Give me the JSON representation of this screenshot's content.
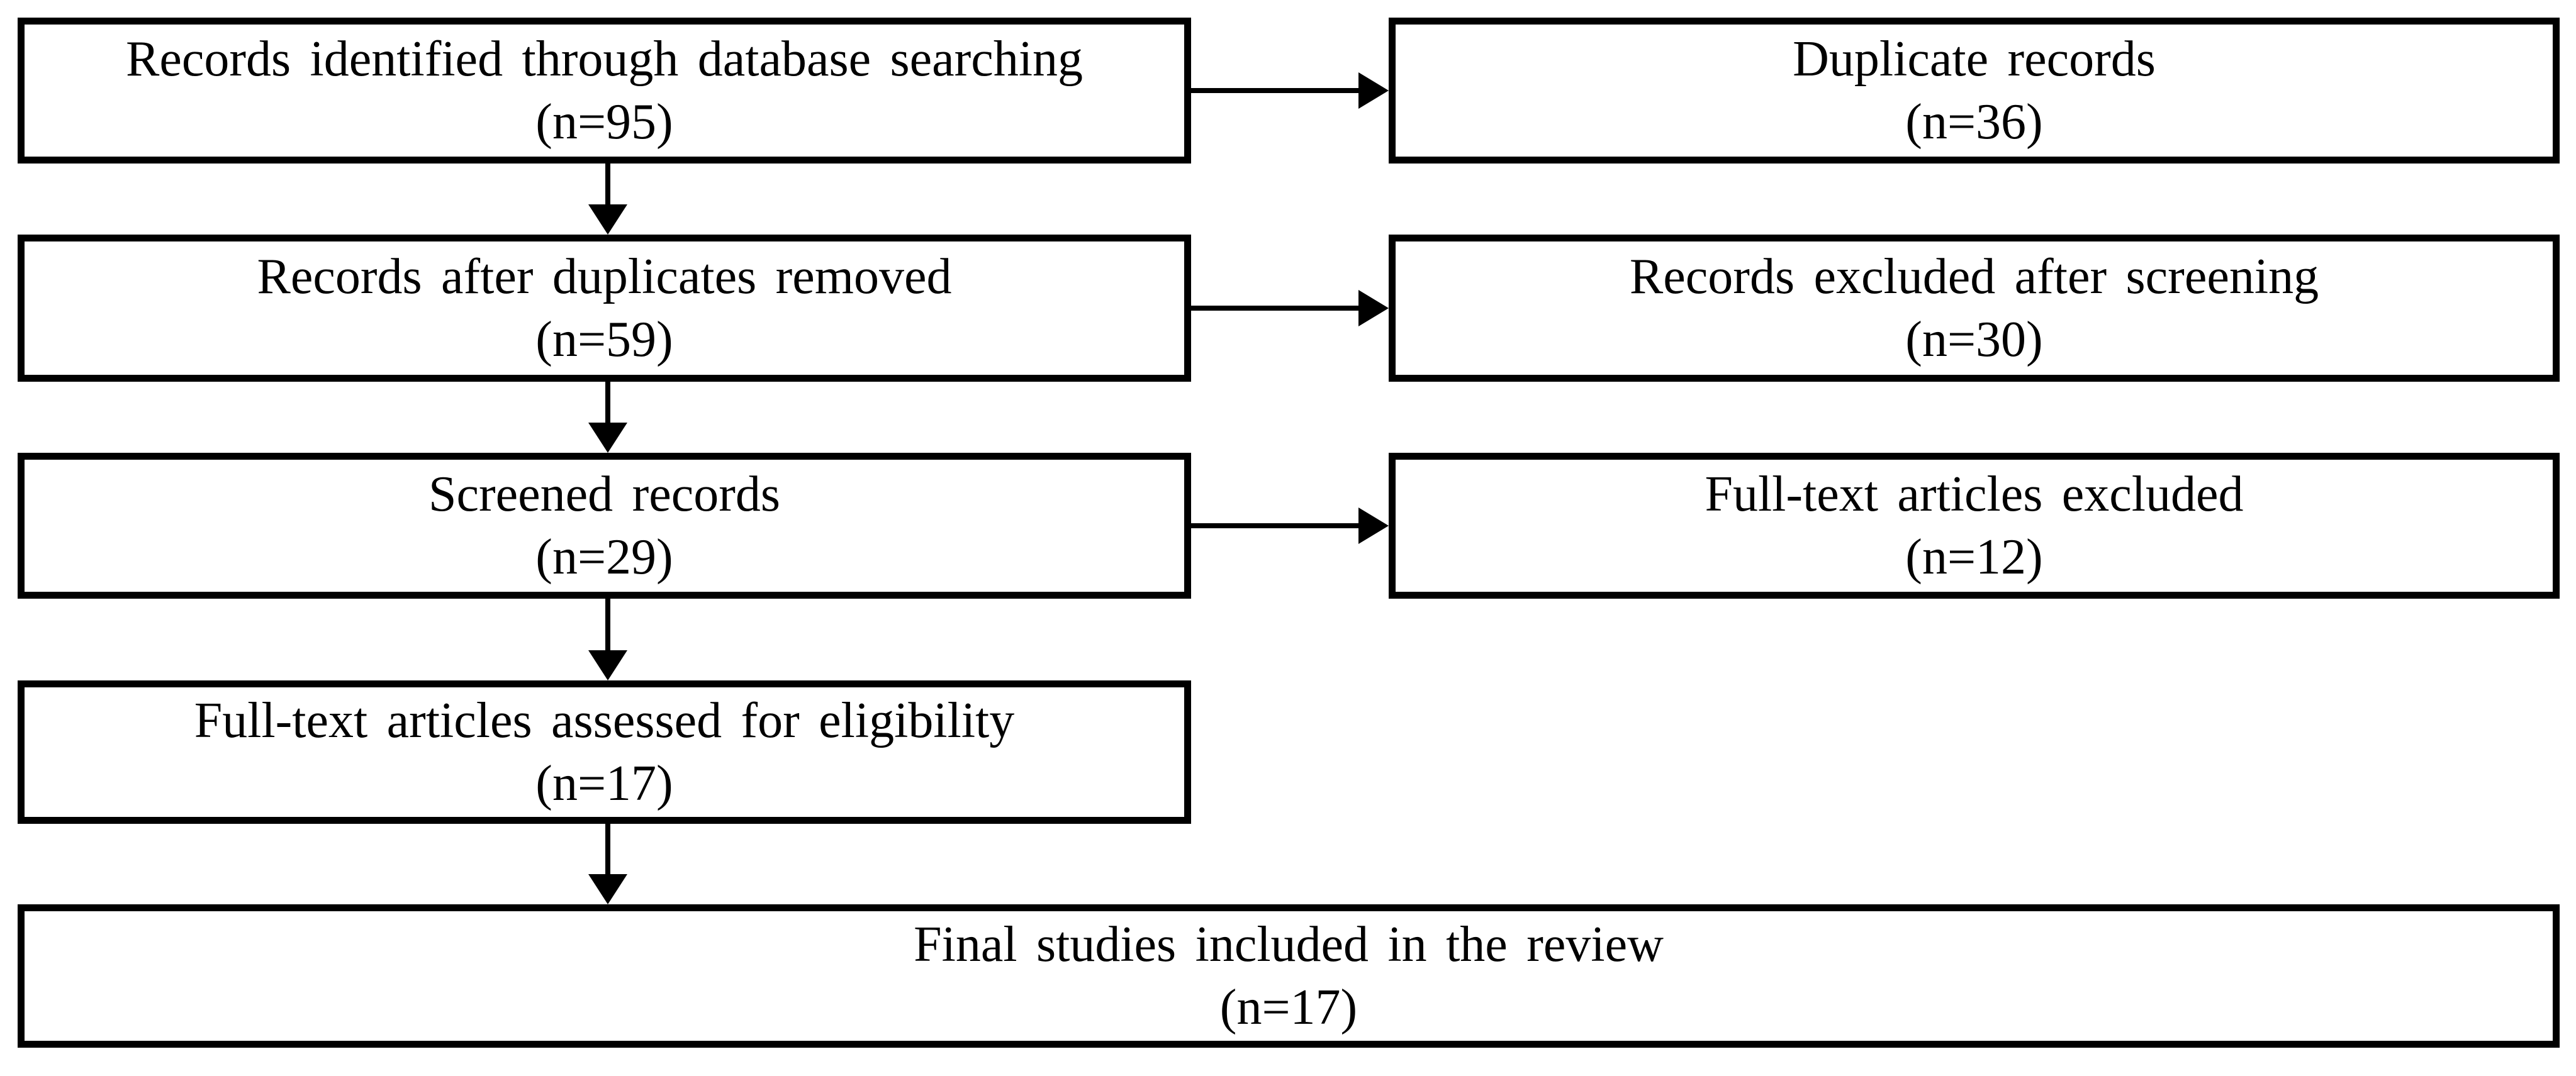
{
  "colors": {
    "background": "#ffffff",
    "box_border": "#000000",
    "text": "#000000",
    "arrow": "#000000"
  },
  "boxes": {
    "identified": {
      "label": "Records identified through database searching",
      "count": "(n=95)"
    },
    "duplicates": {
      "label": "Duplicate records",
      "count": "(n=36)"
    },
    "after_duplicates": {
      "label": "Records after duplicates removed",
      "count": "(n=59)"
    },
    "excluded_screening": {
      "label": "Records excluded after screening",
      "count": "(n=30)"
    },
    "screened": {
      "label": "Screened records",
      "count": "(n=29)"
    },
    "fulltext_excluded": {
      "label": "Full-text articles excluded",
      "count": "(n=12)"
    },
    "fulltext_assessed": {
      "label": "Full-text articles assessed for eligibility",
      "count": "(n=17)"
    },
    "final_included": {
      "label": "Final studies included in the review",
      "count": "(n=17)"
    }
  },
  "edges": [
    {
      "from": "identified",
      "to": "after_duplicates",
      "direction": "down"
    },
    {
      "from": "after_duplicates",
      "to": "screened",
      "direction": "down"
    },
    {
      "from": "screened",
      "to": "fulltext_assessed",
      "direction": "down"
    },
    {
      "from": "fulltext_assessed",
      "to": "final_included",
      "direction": "down"
    },
    {
      "from": "identified",
      "to": "duplicates",
      "direction": "right"
    },
    {
      "from": "after_duplicates",
      "to": "excluded_screening",
      "direction": "right"
    },
    {
      "from": "screened",
      "to": "fulltext_excluded",
      "direction": "right"
    }
  ]
}
